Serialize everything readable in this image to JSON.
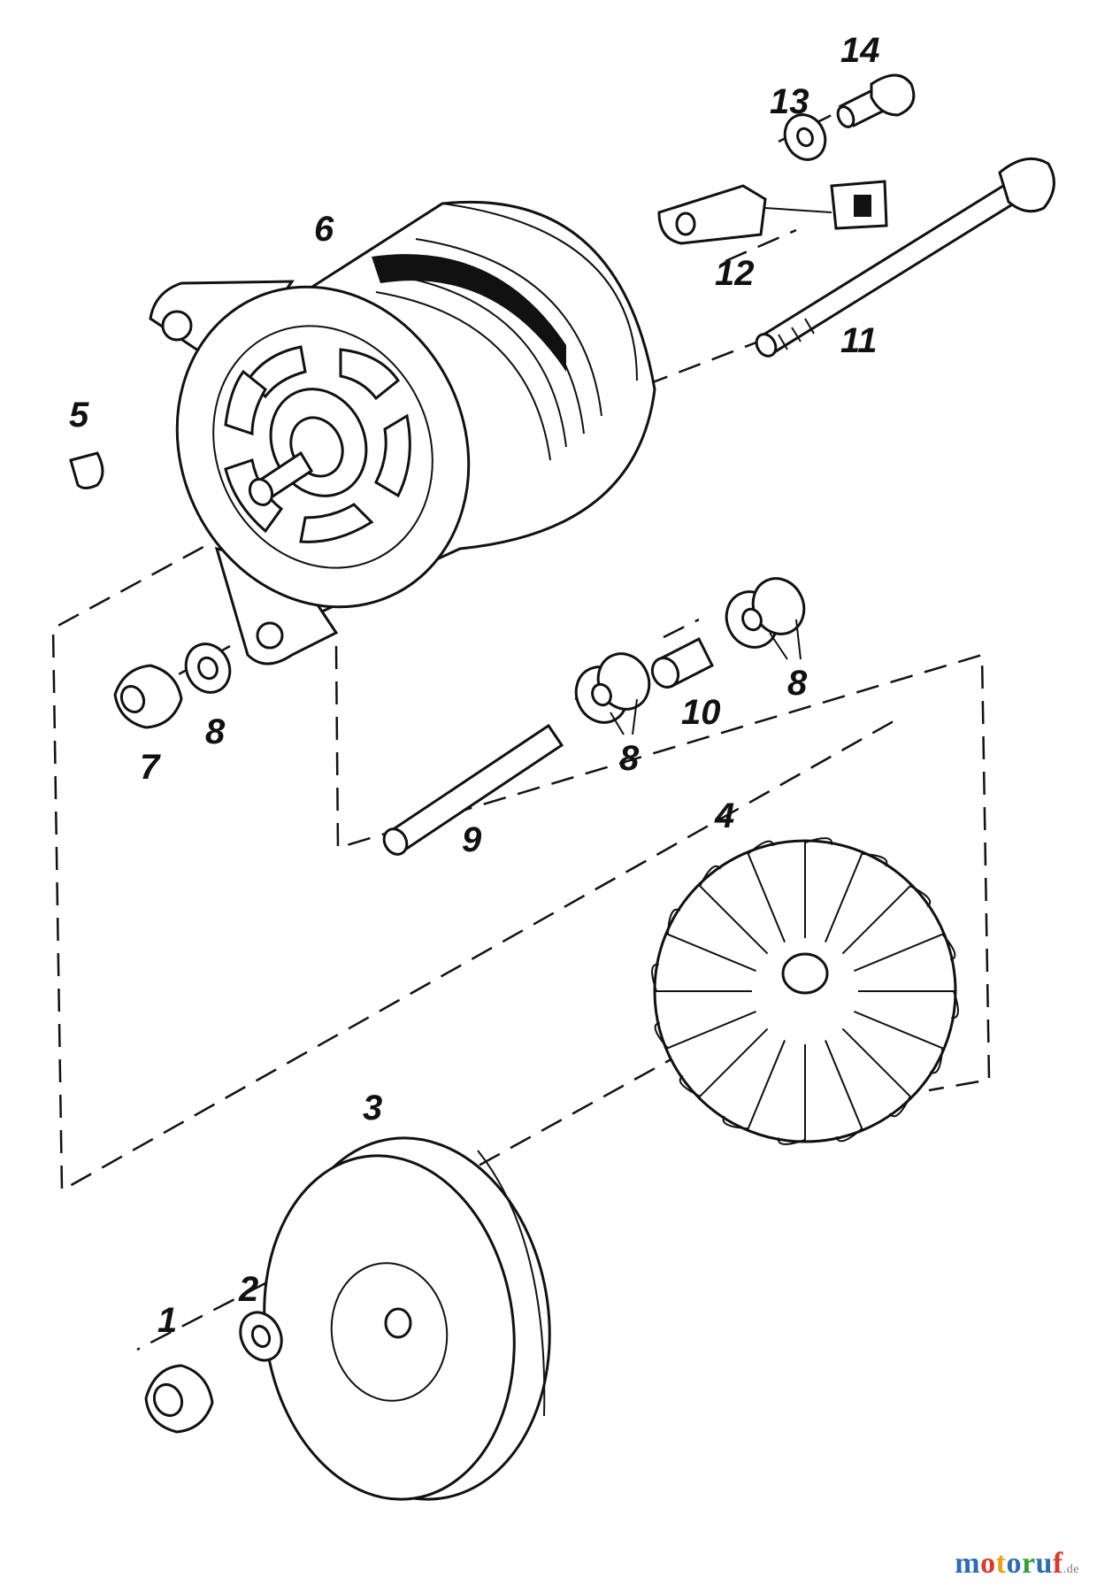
{
  "labels": {
    "p1": "1",
    "p2": "2",
    "p3": "3",
    "p4": "4",
    "p5": "5",
    "p6": "6",
    "p7": "7",
    "p8a": "8",
    "p8b": "8",
    "p8c": "8",
    "p9": "9",
    "p10": "10",
    "p11": "11",
    "p12": "12",
    "p13": "13",
    "p14": "14"
  },
  "watermark": {
    "brand": "motoruf",
    "suffix": ".de",
    "letter_colors": [
      "#2e6db4",
      "#d83a2c",
      "#e8a21a",
      "#2e6db4",
      "#3a9a3a",
      "#2e6db4",
      "#d83a2c"
    ]
  }
}
